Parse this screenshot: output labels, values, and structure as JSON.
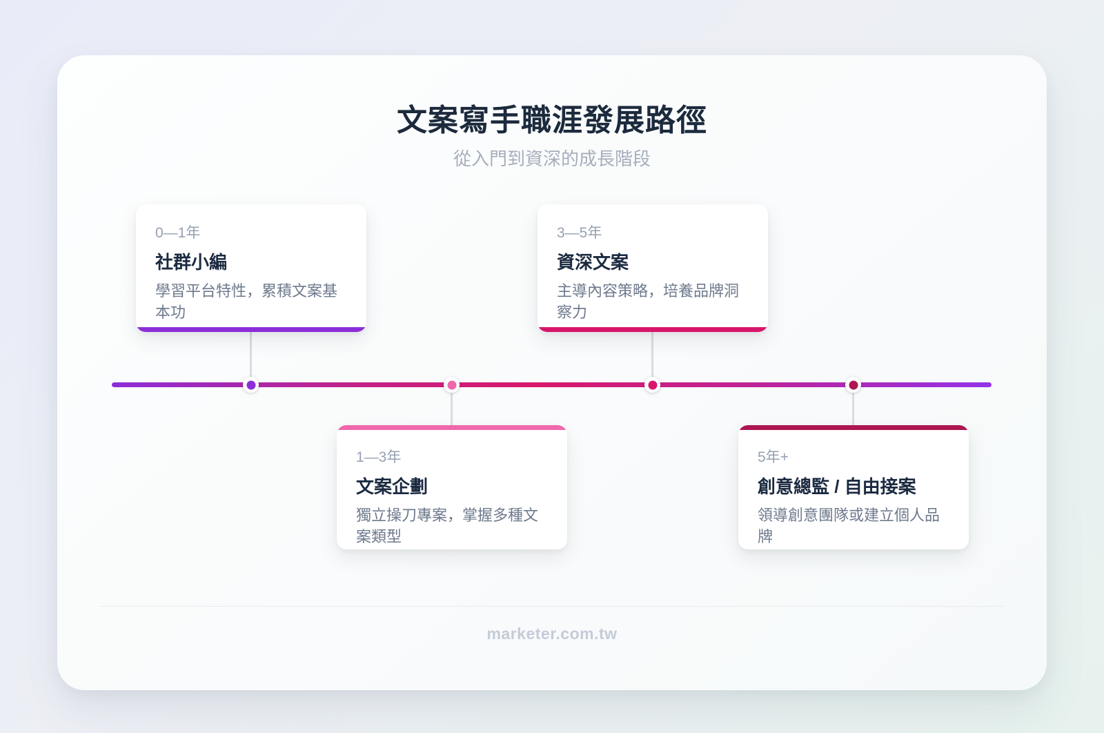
{
  "page": {
    "title": "文案寫手職涯發展路徑",
    "subtitle": "從入門到資深的成長階段",
    "footer_text": "marketer.com.tw"
  },
  "theme": {
    "background_top_left": "#E9ECF8",
    "background_bottom_right": "#E7F2EE",
    "panel_color": "#FBFCFD",
    "title_color": "#1C2A3D",
    "subtitle_color": "#A6AEBC",
    "period_color": "#96A0B2",
    "name_color": "#1B2A40",
    "desc_color": "#6E7A8D",
    "connector_color": "#D9DCE1",
    "footer_color": "#C5CBD8"
  },
  "timeline": {
    "line_gradient": [
      "#8C2ED8 0%",
      "#C32287 28%",
      "#D8196B 48%",
      "#C02395 72%",
      "#9333EA 100%"
    ],
    "stages": [
      {
        "period": "0—1年",
        "name": "社群小編",
        "desc": "學習平台特性，累積文案基本功",
        "accent": "#8C2ED8",
        "placement": "above"
      },
      {
        "period": "1—3年",
        "name": "文案企劃",
        "desc": "獨立操刀專案，掌握多種文案類型",
        "accent": "#F068AC",
        "placement": "below"
      },
      {
        "period": "3—5年",
        "name": "資深文案",
        "desc": "主導內容策略，培養品牌洞察力",
        "accent": "#D8156B",
        "placement": "above"
      },
      {
        "period": "5年+",
        "name": "創意總監 / 自由接案",
        "desc": "領導創意團隊或建立個人品牌",
        "accent": "#AD1651",
        "placement": "below"
      }
    ]
  }
}
